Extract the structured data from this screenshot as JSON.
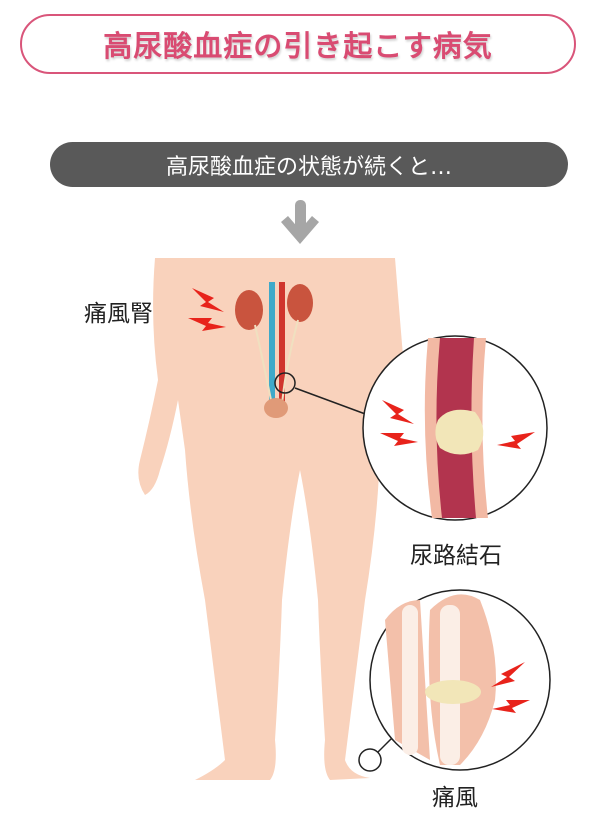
{
  "title": "高尿酸血症の引き起こす病気",
  "condition": "高尿酸血症の状態が続くと…",
  "labels": {
    "kidney": "痛風腎",
    "stone": "尿路結石",
    "gout": "痛風"
  },
  "colors": {
    "accent": "#d94b72",
    "pill": "#595959",
    "skin": "#f9d2bc",
    "pain": "#e8231b"
  }
}
